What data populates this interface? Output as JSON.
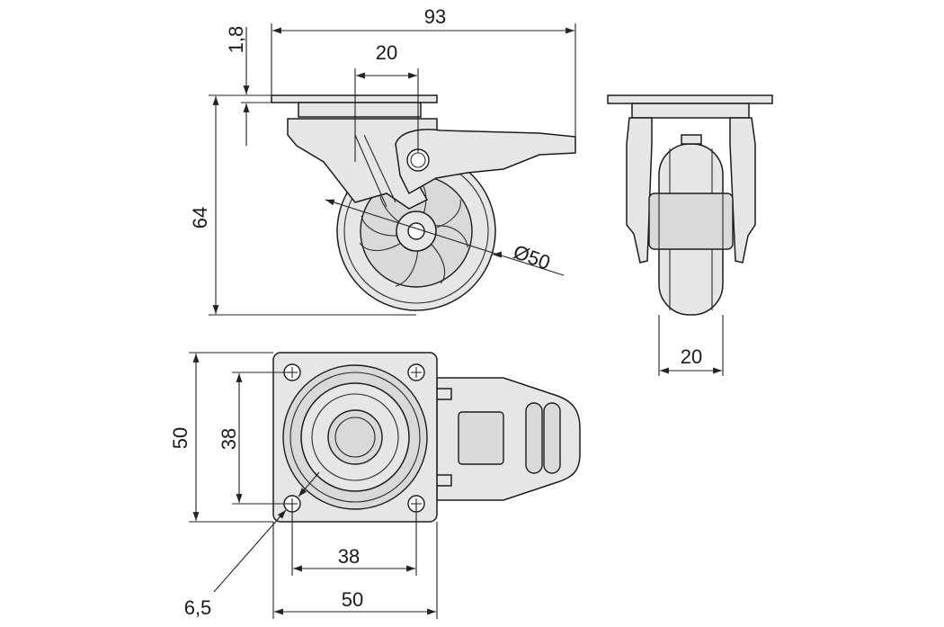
{
  "drawing": {
    "labels": {
      "overall_width": "93",
      "plate_thickness": "1,8",
      "axis_offset": "20",
      "overall_height": "64",
      "wheel_diameter": "Ø50",
      "wheel_width": "20",
      "plate_width": "50",
      "plate_height": "50",
      "hole_spacing_h": "38",
      "hole_spacing_v": "38",
      "hole_diameter": "6,5"
    },
    "colors": {
      "part_fill": "#e6e6e6",
      "line": "#1c1c1c"
    }
  }
}
